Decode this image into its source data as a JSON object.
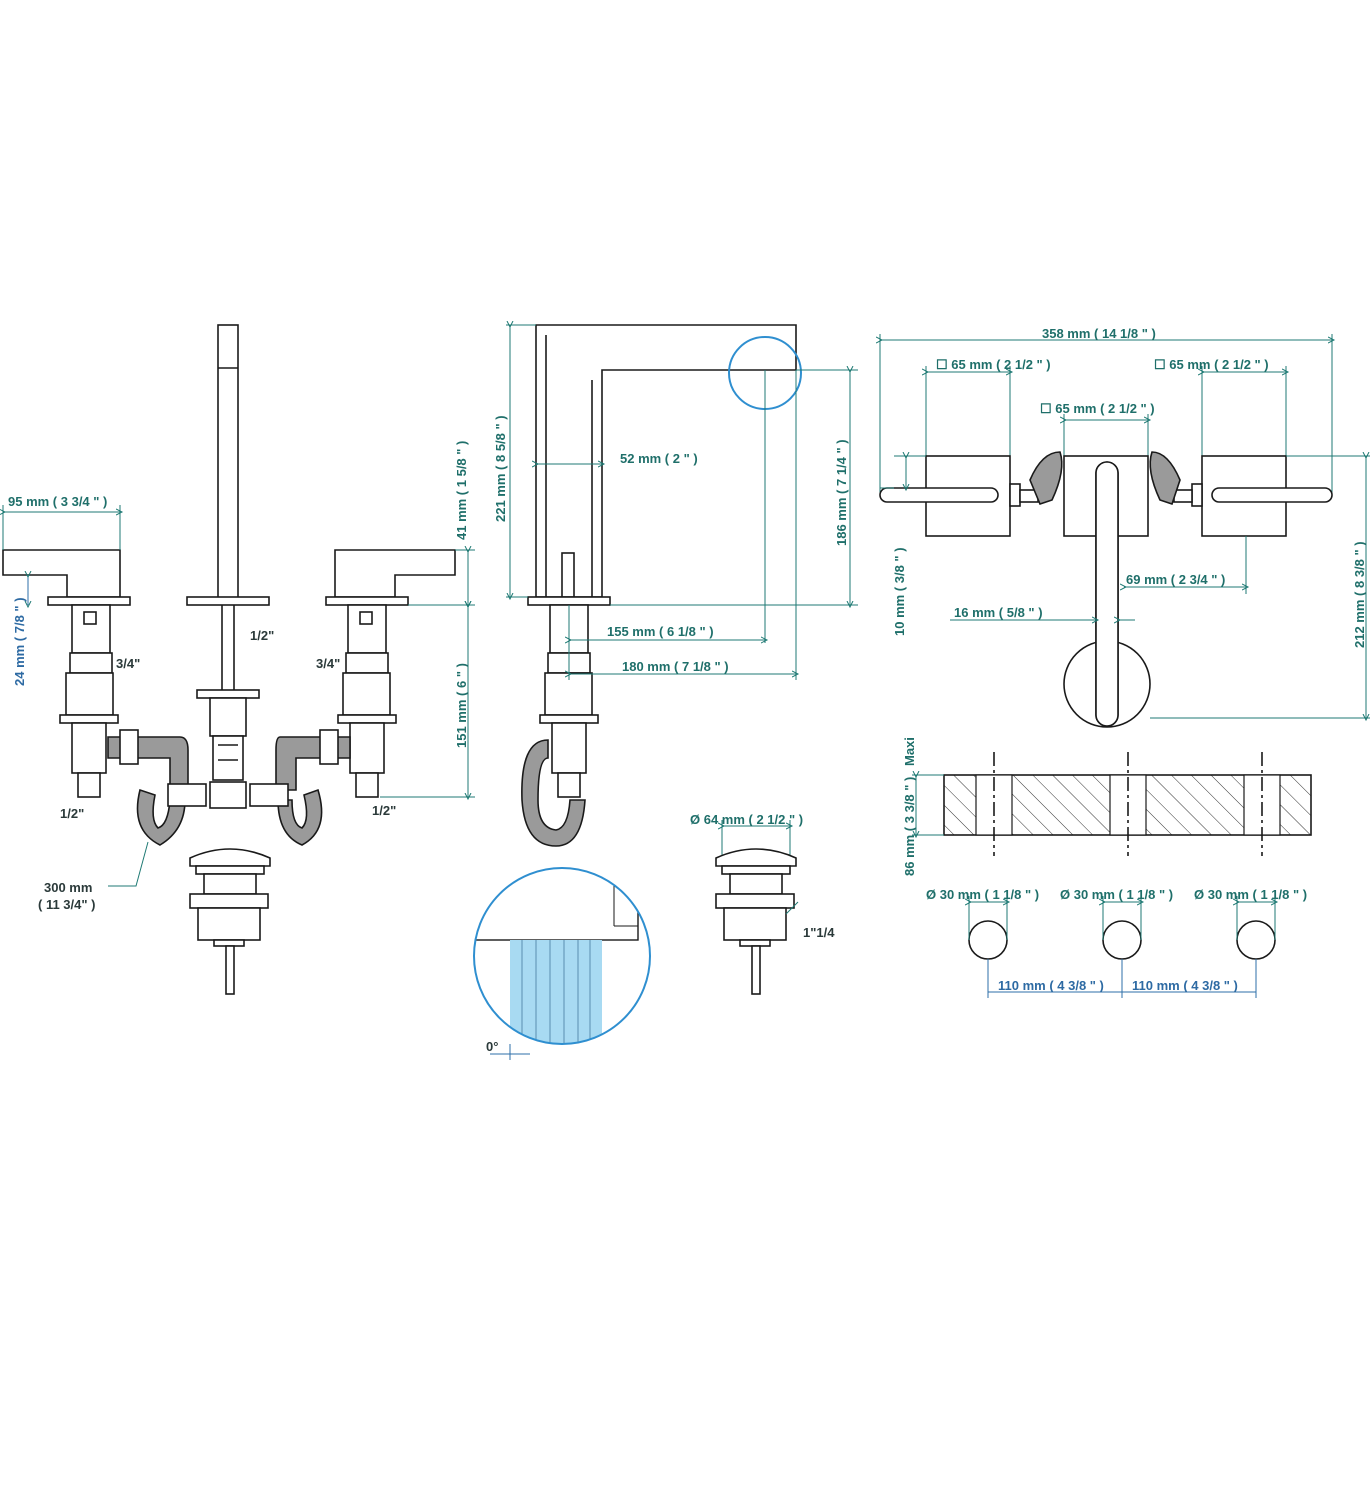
{
  "labels": {
    "front_width": "95 mm ( 3 3/4 \" )",
    "front_handle_height": "24 mm ( 7/8 \" )",
    "front_conn_left_top": "3/4\"",
    "front_conn_right_top": "3/4\"",
    "front_conn_center": "1/2\"",
    "front_conn_left_bottom": "1/2\"",
    "front_conn_right_bottom": "1/2\"",
    "front_hose_length": "300 mm",
    "front_hose_length_in": "( 11 3/4\" )",
    "upper_height": "41 mm ( 1 5/8 \" )",
    "lower_height": "151 mm ( 6 \" )",
    "side_total_height": "221 mm ( 8 5/8 \" )",
    "side_spout_width": "52 mm ( 2 \" )",
    "side_spout_height": "186 mm ( 7 1/4 \" )",
    "side_reach_155": "155 mm ( 6 1/8 \" )",
    "side_reach_180": "180 mm ( 7 1/8 \" )",
    "angle": "0°",
    "drain_diameter": "Ø 64 mm ( 2 1/2 \" )",
    "drain_thread": "1\"1/4",
    "top_total_width": "358 mm ( 14 1/8 \" )",
    "top_square_left": "☐ 65 mm ( 2 1/2 \" )",
    "top_square_right": "☐ 65 mm ( 2 1/2 \" )",
    "top_square_center": "☐ 65 mm ( 2 1/2 \" )",
    "top_offset_69": "69 mm ( 2 3/4 \" )",
    "top_offset_16": "16 mm ( 5/8 \" )",
    "top_height_10": "10 mm ( 3/8 \" )",
    "top_depth_212": "212 mm ( 8 3/8 \" )",
    "deck_thickness": "86 mm ( 3 3/8 \" )",
    "deck_max": "Maxi",
    "hole_left": "Ø 30 mm ( 1 1/8 \" )",
    "hole_center": "Ø 30 mm ( 1 1/8 \" )",
    "hole_right": "Ø 30 mm ( 1 1/8 \" )",
    "spacing_left": "110 mm ( 4 3/8 \" )",
    "spacing_right": "110 mm ( 4 3/8 \" )"
  },
  "colors": {
    "dimension_teal": "#1f7a74",
    "dimension_blue": "#2e6fa8",
    "detail_circle": "#2f8fd0",
    "detail_fill": "#a8daf2",
    "hose": "#9a9a9a"
  }
}
